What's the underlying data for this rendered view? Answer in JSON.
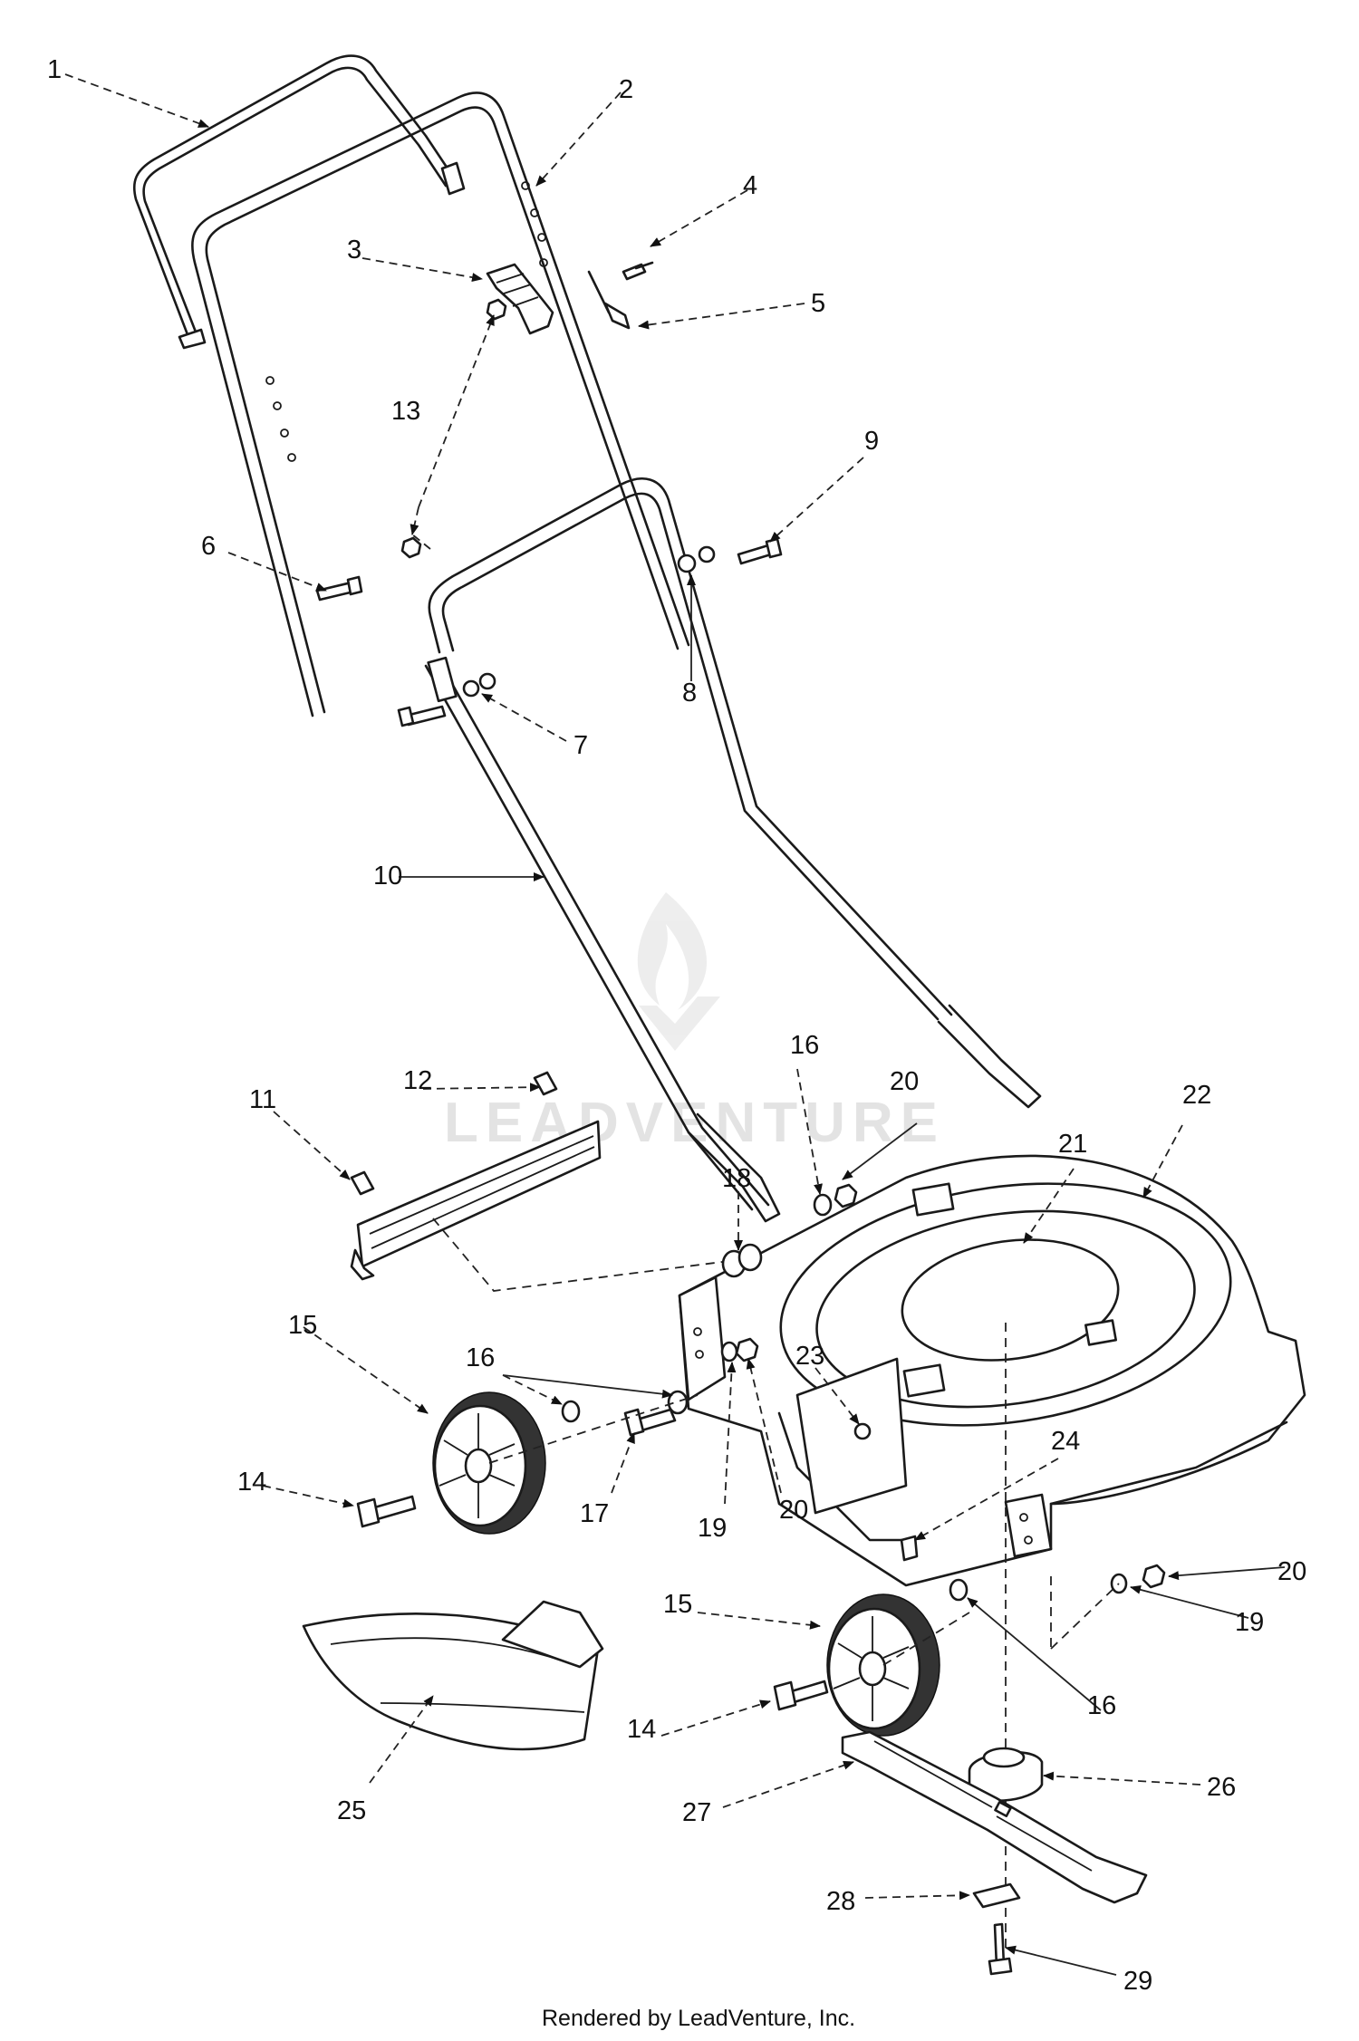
{
  "watermark": {
    "brand": "LEADVENTURE"
  },
  "footer": {
    "text": "Rendered by LeadVenture, Inc."
  },
  "callouts": [
    {
      "id": "c1",
      "text": "1"
    },
    {
      "id": "c2",
      "text": "2"
    },
    {
      "id": "c3",
      "text": "3"
    },
    {
      "id": "c4",
      "text": "4"
    },
    {
      "id": "c5",
      "text": "5"
    },
    {
      "id": "c6",
      "text": "6"
    },
    {
      "id": "c7",
      "text": "7"
    },
    {
      "id": "c8",
      "text": "8"
    },
    {
      "id": "c9",
      "text": "9"
    },
    {
      "id": "c10",
      "text": "10"
    },
    {
      "id": "c11",
      "text": "11"
    },
    {
      "id": "c12",
      "text": "12"
    },
    {
      "id": "c13",
      "text": "13"
    },
    {
      "id": "c14a",
      "text": "14"
    },
    {
      "id": "c14b",
      "text": "14"
    },
    {
      "id": "c15a",
      "text": "15"
    },
    {
      "id": "c15b",
      "text": "15"
    },
    {
      "id": "c16a",
      "text": "16"
    },
    {
      "id": "c16b",
      "text": "16"
    },
    {
      "id": "c16c",
      "text": "16"
    },
    {
      "id": "c17",
      "text": "17"
    },
    {
      "id": "c18",
      "text": "18"
    },
    {
      "id": "c19a",
      "text": "19"
    },
    {
      "id": "c19b",
      "text": "19"
    },
    {
      "id": "c20a",
      "text": "20"
    },
    {
      "id": "c20b",
      "text": "20"
    },
    {
      "id": "c20c",
      "text": "20"
    },
    {
      "id": "c21",
      "text": "21"
    },
    {
      "id": "c22",
      "text": "22"
    },
    {
      "id": "c23",
      "text": "23"
    },
    {
      "id": "c24",
      "text": "24"
    },
    {
      "id": "c25",
      "text": "25"
    },
    {
      "id": "c26",
      "text": "26"
    },
    {
      "id": "c27",
      "text": "27"
    },
    {
      "id": "c28",
      "text": "28"
    },
    {
      "id": "c29",
      "text": "29"
    }
  ]
}
